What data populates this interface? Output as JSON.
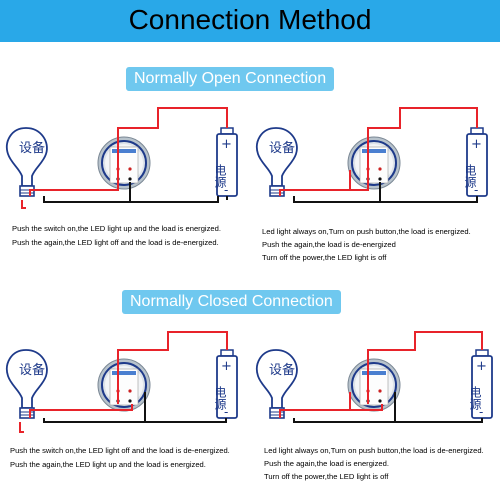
{
  "title": "Connection Method",
  "sections": [
    {
      "label": "Normally Open Connection",
      "panels": [
        {
          "bulb_label": "设备",
          "battery_plus": "+",
          "battery_label": "电源",
          "battery_minus": "-",
          "captions": [
            "Push the switch on,the LED light up and the load is energized.",
            "Push the again,the LED light off and the load is de-energized."
          ]
        },
        {
          "bulb_label": "设备",
          "battery_plus": "+",
          "battery_label": "电源",
          "battery_minus": "-",
          "captions": [
            "Led light always on,Turn on push button,the load is energized.",
            "Push the again,the load is de-energized",
            "Turn off the power,the LED light is off"
          ]
        }
      ]
    },
    {
      "label": "Normally Closed Connection",
      "panels": [
        {
          "bulb_label": "设备",
          "battery_plus": "+",
          "battery_label": "电源",
          "battery_minus": "-",
          "captions": [
            "Push the switch on,the LED light off and the load is de-energized.",
            "Push the again,the LED light up and the load is energized."
          ]
        },
        {
          "bulb_label": "设备",
          "battery_plus": "+",
          "battery_label": "电源",
          "battery_minus": "-",
          "captions": [
            "Led light always on,Turn on push button,the load is de-energized.",
            "Push the again,the load is energized.",
            "Turn off the power,the LED light is off"
          ]
        }
      ]
    }
  ],
  "colors": {
    "title_bg": "#29a8e8",
    "label_bg": "#6fc8ef",
    "wire_red": "#e8232a",
    "wire_black": "#111111",
    "outline": "#1e3a8a"
  }
}
